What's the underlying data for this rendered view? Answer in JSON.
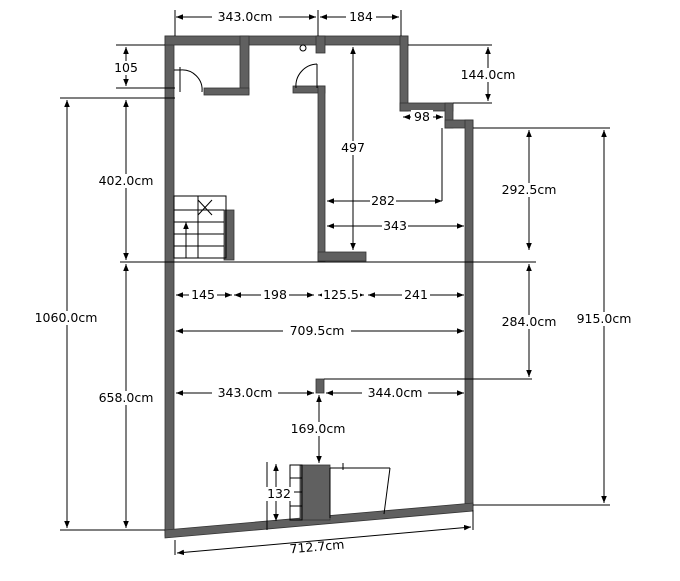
{
  "dimensions": {
    "top_left_width": "343.0cm",
    "top_right_width": "184",
    "small_room_height": "105",
    "notch_height": "144.0cm",
    "notch_width": "98",
    "hall_depth": "497",
    "upper_left_height": "402.0cm",
    "total_height": "1060.0cm",
    "lower_left_height": "658.0cm",
    "right_upper_height": "292.5cm",
    "right_total_height": "915.0cm",
    "right_lower_height": "284.0cm",
    "inner_width_282": "282",
    "inner_width_343": "343",
    "seg_145": "145",
    "seg_198": "198",
    "seg_125_5": "125.5",
    "seg_241": "241",
    "full_width": "709.5cm",
    "column_left": "343.0cm",
    "column_right": "344.0cm",
    "column_to_stair": "169.0cm",
    "stair_height": "132",
    "bottom_width": "712.7cm"
  }
}
